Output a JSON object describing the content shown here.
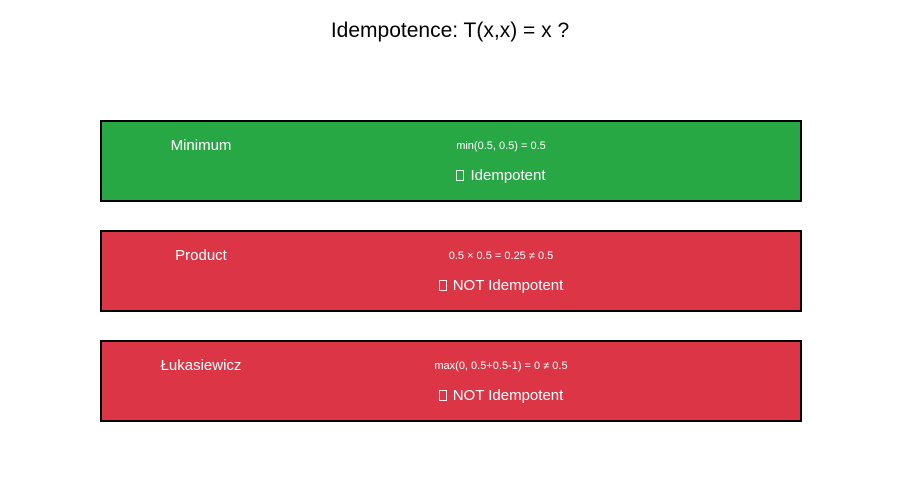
{
  "title": "Idempotence: T(x,x) = x ?",
  "colors": {
    "idempotent": "#28a745",
    "not_idempotent": "#dc3545",
    "border": "#000000",
    "text": "#ffffff"
  },
  "cards": [
    {
      "name": "Minimum",
      "formula": "min(0.5, 0.5) = 0.5",
      "verdict_icon": "check-icon",
      "verdict": "Idempotent",
      "status": "idempotent"
    },
    {
      "name": "Product",
      "formula": "0.5 × 0.5 = 0.25 ≠ 0.5",
      "verdict_icon": "cross-icon",
      "verdict": "NOT Idempotent",
      "status": "not_idempotent"
    },
    {
      "name": "Łukasiewicz",
      "formula": "max(0, 0.5+0.5-1) = 0 ≠ 0.5",
      "verdict_icon": "cross-icon",
      "verdict": "NOT Idempotent",
      "status": "not_idempotent"
    }
  ]
}
